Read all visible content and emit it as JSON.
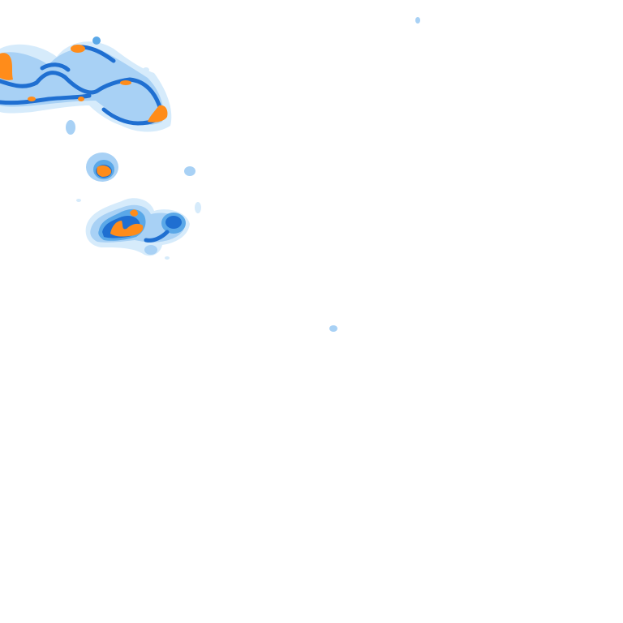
{
  "map": {
    "type": "precipitation-radar-tile",
    "background": "#ffffff",
    "legend_colors": {
      "very_light": "#d6ebfb",
      "light": "#a8d1f5",
      "moderate": "#5aa8e8",
      "heavy": "#1f6fd1",
      "very_heavy": "#ff8c1a"
    },
    "cells": [
      {
        "id": "cell-northwest-arc",
        "intensity_levels": [
          "very_light",
          "light",
          "moderate",
          "heavy",
          "very_heavy"
        ]
      },
      {
        "id": "cell-center-small",
        "intensity_levels": [
          "light",
          "moderate",
          "heavy",
          "very_heavy"
        ]
      },
      {
        "id": "cell-south-cluster",
        "intensity_levels": [
          "very_light",
          "light",
          "moderate",
          "heavy",
          "very_heavy"
        ]
      },
      {
        "id": "cell-isolated-specks",
        "intensity_levels": [
          "light"
        ]
      }
    ]
  }
}
